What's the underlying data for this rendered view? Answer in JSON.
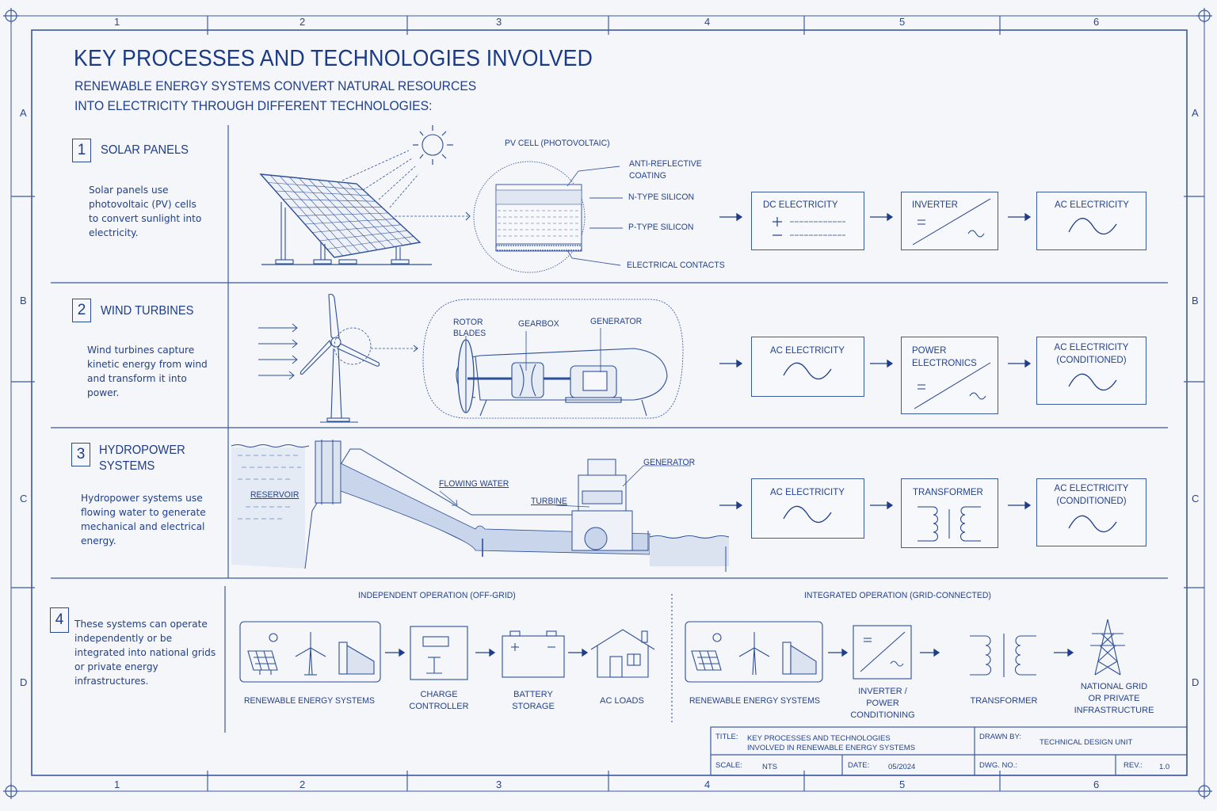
{
  "header": {
    "title": "KEY PROCESSES AND TECHNOLOGIES INVOLVED",
    "subtitle_line1": "RENEWABLE ENERGY SYSTEMS CONVERT NATURAL RESOURCES",
    "subtitle_line2": "INTO ELECTRICITY THROUGH DIFFERENT TECHNOLOGIES:"
  },
  "grid": {
    "columns": [
      "1",
      "2",
      "3",
      "4",
      "5",
      "6"
    ],
    "rows": [
      "A",
      "B",
      "C",
      "D"
    ]
  },
  "sections": [
    {
      "number": "1",
      "title": "SOLAR PANELS",
      "description": "Solar panels use photovoltaic (PV) cells to convert sunlight into electricity.",
      "diagram": {
        "caption": "PV CELL (PHOTOVOLTAIC)",
        "callouts": [
          "ANTI-REFLECTIVE COATING",
          "N-TYPE SILICON",
          "P-TYPE SILICON",
          "ELECTRICAL CONTACTS"
        ],
        "callout_anti_1": "ANTI-REFLECTIVE",
        "callout_anti_2": "COATING"
      },
      "flow": [
        {
          "label": "DC ELECTRICITY",
          "icon": "dc-symbol"
        },
        {
          "label": "INVERTER",
          "icon": "inverter-symbol"
        },
        {
          "label": "AC ELECTRICITY",
          "icon": "sine-wave"
        }
      ]
    },
    {
      "number": "2",
      "title": "WIND TURBINES",
      "description": "Wind turbines capture kinetic energy from wind and transform it into power.",
      "diagram": {
        "rotor_1": "ROTOR",
        "rotor_2": "BLADES",
        "gearbox": "GEARBOX",
        "generator": "GENERATOR"
      },
      "flow": [
        {
          "label": "AC ELECTRICITY",
          "icon": "sine-wave"
        },
        {
          "label_1": "POWER",
          "label_2": "ELECTRONICS",
          "icon": "inverter-symbol"
        },
        {
          "label_1": "AC ELECTRICITY",
          "label_2": "(CONDITIONED)",
          "icon": "sine-wave"
        }
      ]
    },
    {
      "number": "3",
      "title_1": "HYDROPOWER",
      "title_2": "SYSTEMS",
      "description": "Hydropower systems use flowing water to generate mechanical and electrical energy.",
      "diagram": {
        "reservoir": "RESERVOIR",
        "flowing_water": "FLOWING WATER",
        "turbine": "TURBINE",
        "generator": "GENERATOR"
      },
      "flow": [
        {
          "label": "AC ELECTRICITY",
          "icon": "sine-wave"
        },
        {
          "label": "TRANSFORMER",
          "icon": "transformer-symbol"
        },
        {
          "label_1": "AC ELECTRICITY",
          "label_2": "(CONDITIONED)",
          "icon": "sine-wave"
        }
      ]
    },
    {
      "number": "4",
      "description": "These systems can operate independently or be integrated into national grids or private energy infrastructures.",
      "offgrid": {
        "heading": "INDEPENDENT OPERATION (OFF-GRID)",
        "res": "RENEWABLE ENERGY SYSTEMS",
        "charge_1": "CHARGE",
        "charge_2": "CONTROLLER",
        "battery_1": "BATTERY",
        "battery_2": "STORAGE",
        "loads": "AC LOADS"
      },
      "ongrid": {
        "heading": "INTEGRATED OPERATION (GRID-CONNECTED)",
        "res": "RENEWABLE ENERGY SYSTEMS",
        "inv_1": "INVERTER /",
        "inv_2": "POWER",
        "inv_3": "CONDITIONING",
        "transformer": "TRANSFORMER",
        "grid_1": "NATIONAL GRID",
        "grid_2": "OR PRIVATE",
        "grid_3": "INFRASTRUCTURE"
      }
    }
  ],
  "title_block": {
    "title_label": "TITLE:",
    "title_1": "KEY PROCESSES AND TECHNOLOGIES",
    "title_2": "INVOLVED IN RENEWABLE ENERGY SYSTEMS",
    "drawn_by_label": "DRAWN BY:",
    "drawn_by": "TECHNICAL DESIGN UNIT",
    "scale_label": "SCALE:",
    "scale": "NTS",
    "date_label": "DATE:",
    "date": "05/2024",
    "dwg_label": "DWG. NO.:",
    "dwg": "",
    "rev_label": "REV.:",
    "rev": "1.0"
  },
  "colors": {
    "ink": "#1f3d8a",
    "line": "#3c5aa0",
    "paper": "#f4f6f9",
    "water": "#c9d5ea"
  }
}
